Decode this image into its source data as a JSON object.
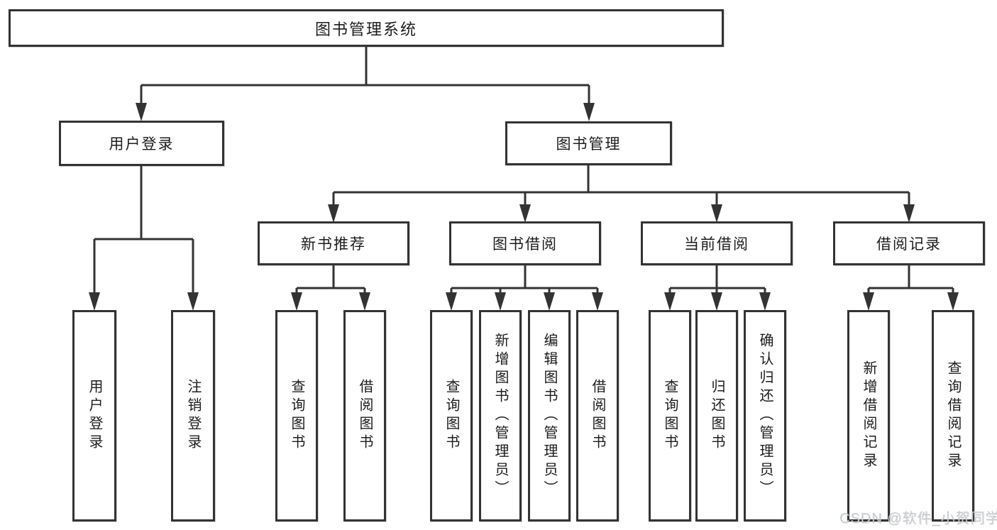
{
  "diagram_title": "图书管理系统",
  "tree": {
    "root": {
      "label": "图书管理系统"
    },
    "branches": [
      {
        "label": "用户登录",
        "children": [
          {
            "label": "用户登录"
          },
          {
            "label": "注销登录"
          }
        ]
      },
      {
        "label": "图书管理",
        "children": [
          {
            "label": "新书推荐",
            "children": [
              {
                "label": "查询图书"
              },
              {
                "label": "借阅图书"
              }
            ]
          },
          {
            "label": "图书借阅",
            "children": [
              {
                "label": "查询图书"
              },
              {
                "label": "新增图书（管理员）"
              },
              {
                "label": "编辑图书（管理员）"
              },
              {
                "label": "借阅图书"
              }
            ]
          },
          {
            "label": "当前借阅",
            "children": [
              {
                "label": "查询图书"
              },
              {
                "label": "归还图书"
              },
              {
                "label": "确认归还（管理员）"
              }
            ]
          },
          {
            "label": "借阅记录",
            "children": [
              {
                "label": "新增借阅记录"
              },
              {
                "label": "查询借阅记录"
              }
            ]
          }
        ]
      }
    ]
  },
  "watermark": {
    "text": "CSDN @软件_小贺同学",
    "color": "#c9ccd0"
  },
  "colors": {
    "line": "#333333",
    "box_border": "#333333",
    "box_fill": "#ffffff",
    "text": "#1c1c1c"
  }
}
